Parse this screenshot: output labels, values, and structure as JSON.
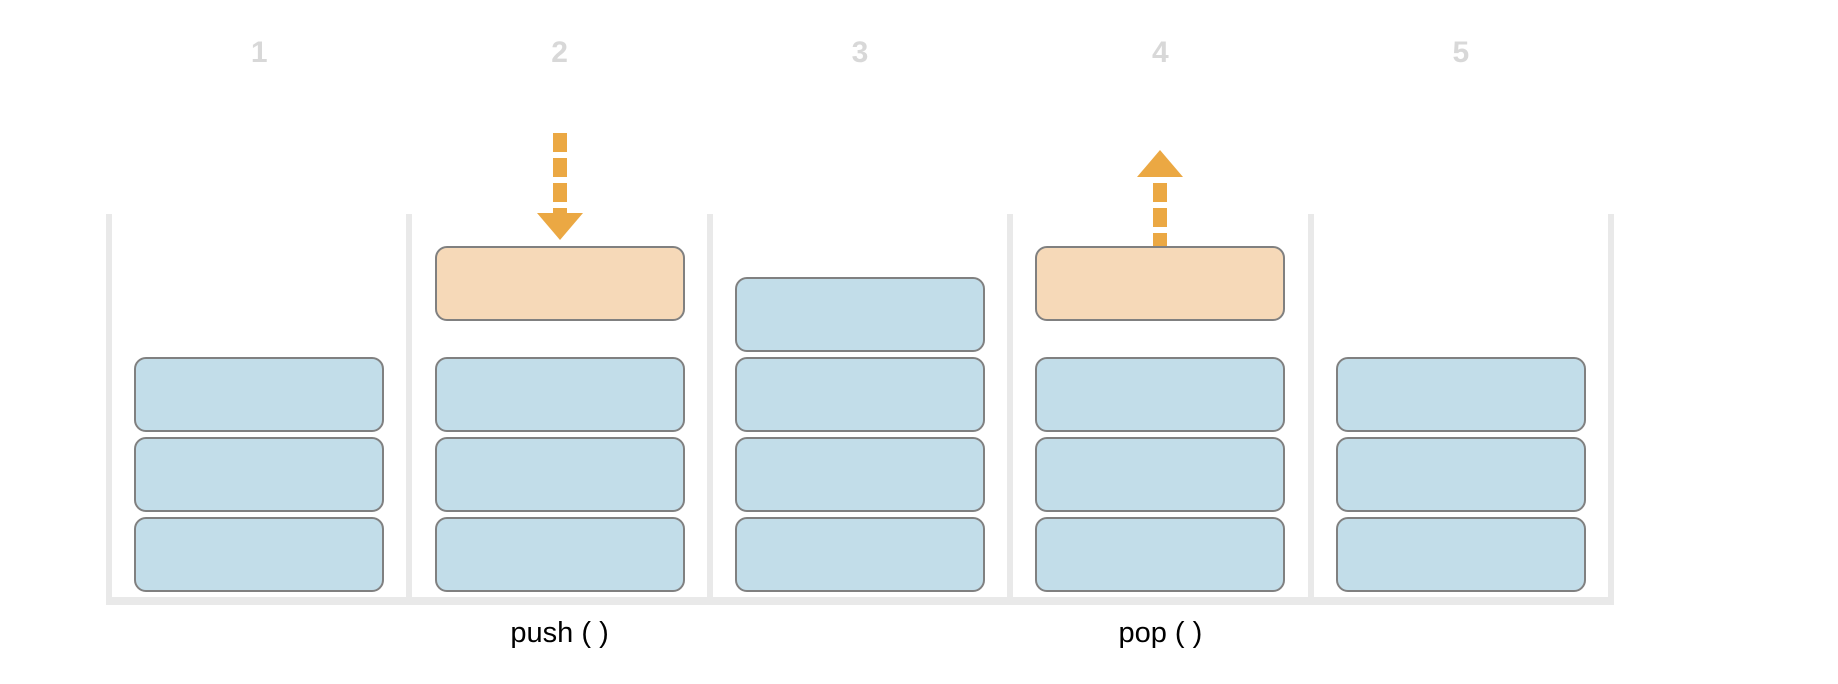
{
  "diagram": {
    "description": "stack push and pop operations illustration",
    "columns": [
      {
        "number": "1",
        "blue_blocks": 3,
        "floating_block": null,
        "operation_label": null
      },
      {
        "number": "2",
        "blue_blocks": 3,
        "floating_block": {
          "role": "highlight",
          "arrow": "down",
          "icon": "dashed-arrow-down-icon"
        },
        "operation_label": "push ( )"
      },
      {
        "number": "3",
        "blue_blocks": 4,
        "floating_block": null,
        "operation_label": null
      },
      {
        "number": "4",
        "blue_blocks": 3,
        "floating_block": {
          "role": "highlight",
          "arrow": "up",
          "icon": "dashed-arrow-up-icon"
        },
        "operation_label": "pop ( )"
      },
      {
        "number": "5",
        "blue_blocks": 3,
        "floating_block": null,
        "operation_label": null
      }
    ],
    "colors": {
      "block_fill": "#C2DDE9",
      "block_border": "#808080",
      "highlight_fill": "#F6D9B8",
      "arrow": "#EBA843",
      "frame": "#E9E9E9",
      "number_text": "#D8D8D8",
      "label_text": "#000000",
      "background": "#FFFFFF"
    }
  }
}
